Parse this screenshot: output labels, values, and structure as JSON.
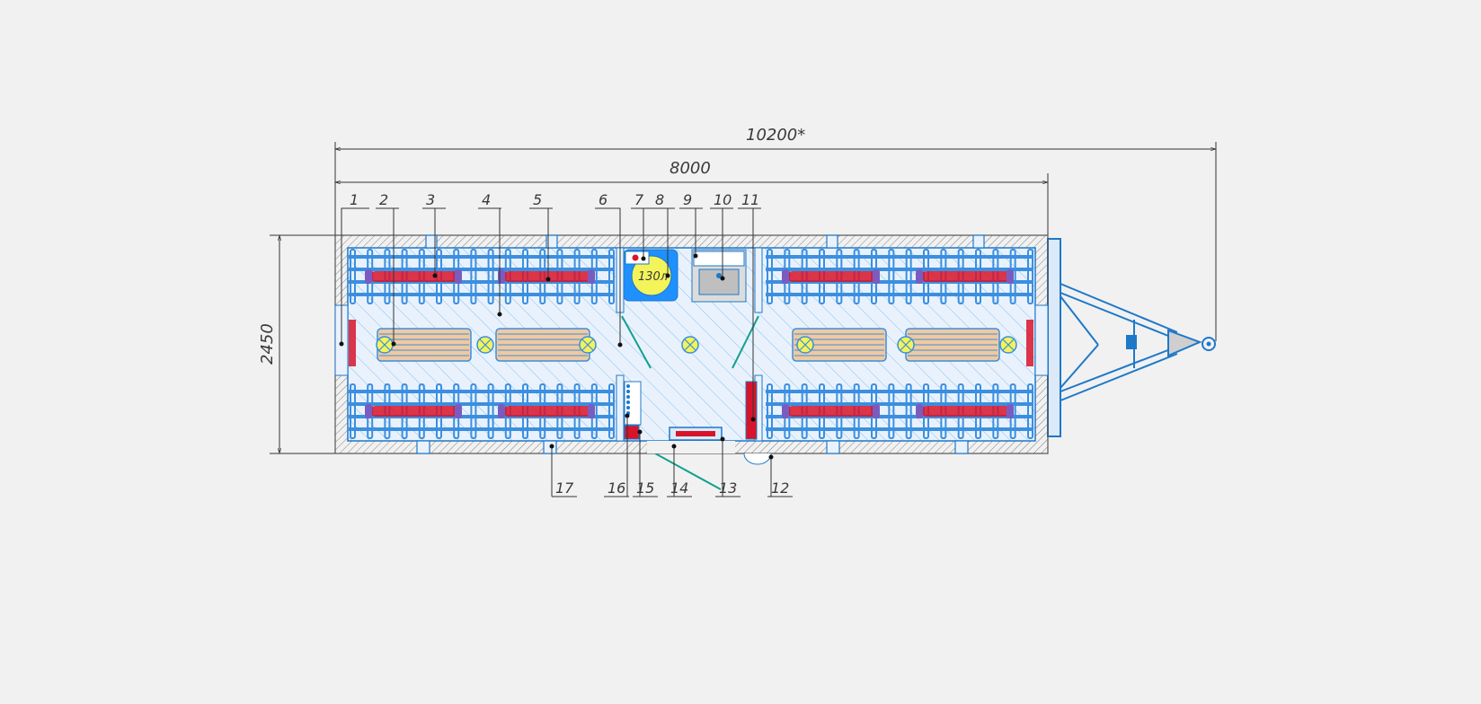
{
  "dimensions": {
    "overall_length": "10200*",
    "body_length": "8000",
    "width": "2450"
  },
  "heater_label": "130л",
  "callouts_top": [
    "1",
    "2",
    "3",
    "4",
    "5",
    "6",
    "7",
    "8",
    "9",
    "10",
    "11"
  ],
  "callouts_bottom": [
    "17",
    "16",
    "15",
    "14",
    "13",
    "12"
  ],
  "colors": {
    "background": "#f1f1f1",
    "wall_blue": "#1e78c8",
    "rack_blue": "#3b8fe0",
    "tray_red": "#d8142a",
    "hive_tan": "#f0c9a0",
    "lamp_yellow": "#f3f35a",
    "partition_teal": "#13a08e",
    "heater_blue": "#1e90ff"
  }
}
